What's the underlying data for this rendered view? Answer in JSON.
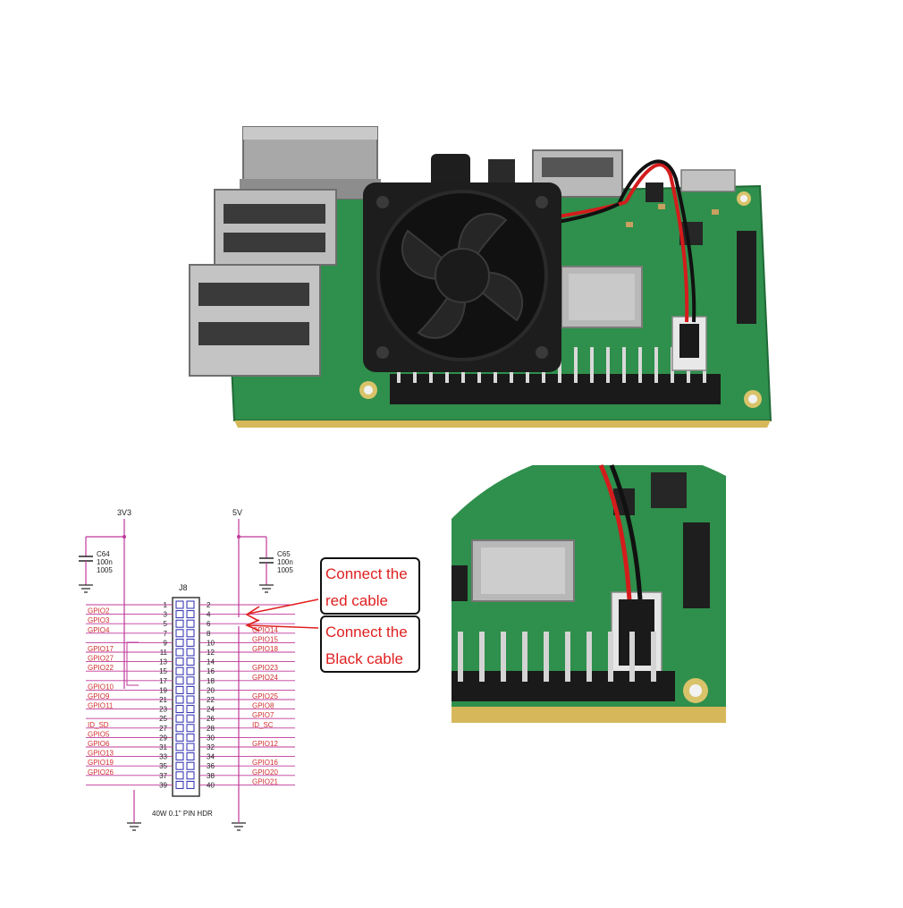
{
  "schematic": {
    "rail_left": "3V3",
    "rail_right": "5V",
    "cap_left": {
      "name": "C64",
      "value": "100n",
      "package": "1005"
    },
    "cap_right": {
      "name": "C65",
      "value": "100n",
      "package": "1005"
    },
    "connector_name": "J8",
    "connector_caption": "40W 0.1\" PIN HDR",
    "rows": [
      {
        "left_label": "",
        "odd": "1",
        "even": "2",
        "right_label": ""
      },
      {
        "left_label": "GPIO2",
        "odd": "3",
        "even": "4",
        "right_label": ""
      },
      {
        "left_label": "GPIO3",
        "odd": "5",
        "even": "6",
        "right_label": ""
      },
      {
        "left_label": "GPIO4",
        "odd": "7",
        "even": "8",
        "right_label": "GPIO14"
      },
      {
        "left_label": "",
        "odd": "9",
        "even": "10",
        "right_label": "GPIO15"
      },
      {
        "left_label": "GPIO17",
        "odd": "11",
        "even": "12",
        "right_label": "GPIO18"
      },
      {
        "left_label": "GPIO27",
        "odd": "13",
        "even": "14",
        "right_label": ""
      },
      {
        "left_label": "GPIO22",
        "odd": "15",
        "even": "16",
        "right_label": "GPIO23"
      },
      {
        "left_label": "",
        "odd": "17",
        "even": "18",
        "right_label": "GPIO24"
      },
      {
        "left_label": "GPIO10",
        "odd": "19",
        "even": "20",
        "right_label": ""
      },
      {
        "left_label": "GPIO9",
        "odd": "21",
        "even": "22",
        "right_label": "GPIO25"
      },
      {
        "left_label": "GPIO11",
        "odd": "23",
        "even": "24",
        "right_label": "GPIO8"
      },
      {
        "left_label": "",
        "odd": "25",
        "even": "26",
        "right_label": "GPIO7"
      },
      {
        "left_label": "ID_SD",
        "odd": "27",
        "even": "28",
        "right_label": "ID_SC"
      },
      {
        "left_label": "GPIO5",
        "odd": "29",
        "even": "30",
        "right_label": ""
      },
      {
        "left_label": "GPIO6",
        "odd": "31",
        "even": "32",
        "right_label": "GPIO12"
      },
      {
        "left_label": "GPIO13",
        "odd": "33",
        "even": "34",
        "right_label": ""
      },
      {
        "left_label": "GPIO19",
        "odd": "35",
        "even": "36",
        "right_label": "GPIO16"
      },
      {
        "left_label": "GPIO26",
        "odd": "37",
        "even": "38",
        "right_label": "GPIO20"
      },
      {
        "left_label": "",
        "odd": "39",
        "even": "40",
        "right_label": "GPIO21"
      }
    ]
  },
  "callouts": {
    "red": {
      "line1": "Connect the",
      "line2": "red cable"
    },
    "black": {
      "line1": "Connect the",
      "line2": "Black cable"
    }
  },
  "colors": {
    "pcb": "#2f8f4c",
    "fan": "#1d1d1d",
    "wire_red": "#d41c1c",
    "wire_black": "#111111",
    "schematic_pink": "#c0389a",
    "schematic_label": "#d03030",
    "connector_blue": "#2a2ab0"
  }
}
